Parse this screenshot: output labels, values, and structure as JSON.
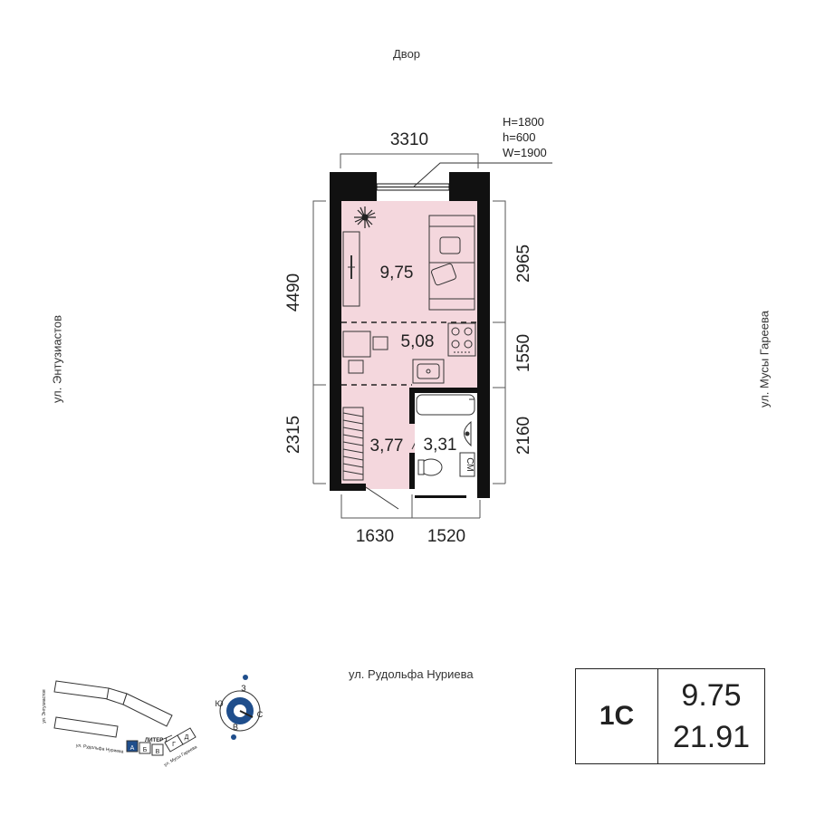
{
  "labels": {
    "yard": "Двор",
    "street_left": "ул. Энтузиастов",
    "street_right": "ул. Мусы Гареева",
    "street_bottom": "ул. Рудольфа Нуриева"
  },
  "window": {
    "H": "H=1800",
    "h": "h=600",
    "W": "W=1900"
  },
  "dimensions": {
    "top": "3310",
    "left_upper": "4490",
    "left_lower": "2315",
    "right_1": "2965",
    "right_2": "1550",
    "right_3": "2160",
    "bottom_1": "1630",
    "bottom_2": "1520"
  },
  "rooms": {
    "living": "9,75",
    "kitchen": "5,08",
    "hall": "3,77",
    "bath": "3,31",
    "washer": "СМ"
  },
  "apartment": {
    "type": "1С",
    "living_area": "9.75",
    "total_area": "21.91"
  },
  "site_plan": {
    "liter": "ЛИТЕР 1",
    "sections": [
      "А",
      "Б",
      "В",
      "Г",
      "Д"
    ],
    "street_1": "ул. Энтузиастов",
    "street_2": "ул. Рудольфа Нуриева",
    "street_3": "ул. Мусы Гареева"
  },
  "compass": {
    "north": "З",
    "south": "В",
    "west": "Ю",
    "east": "С"
  },
  "colors": {
    "room_fill": "#f4d7dd",
    "wall": "#111111",
    "accent_blue": "#1f4e8c"
  }
}
